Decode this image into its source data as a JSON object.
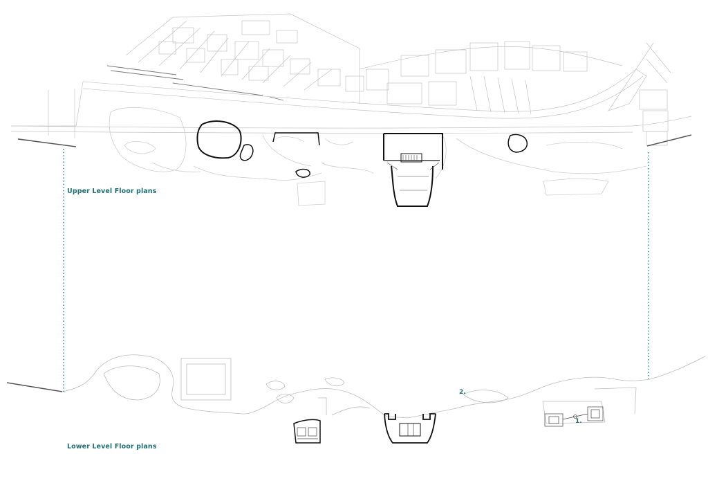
{
  "labels": {
    "upper_level": "Upper Level Floor plans",
    "lower_level": "Lower Level Floor plans",
    "marker_1": "1.",
    "marker_2": "2."
  },
  "colors": {
    "accent": "#1f6e74",
    "context_lines": "#bfbfbf",
    "building_outline": "#111111"
  }
}
